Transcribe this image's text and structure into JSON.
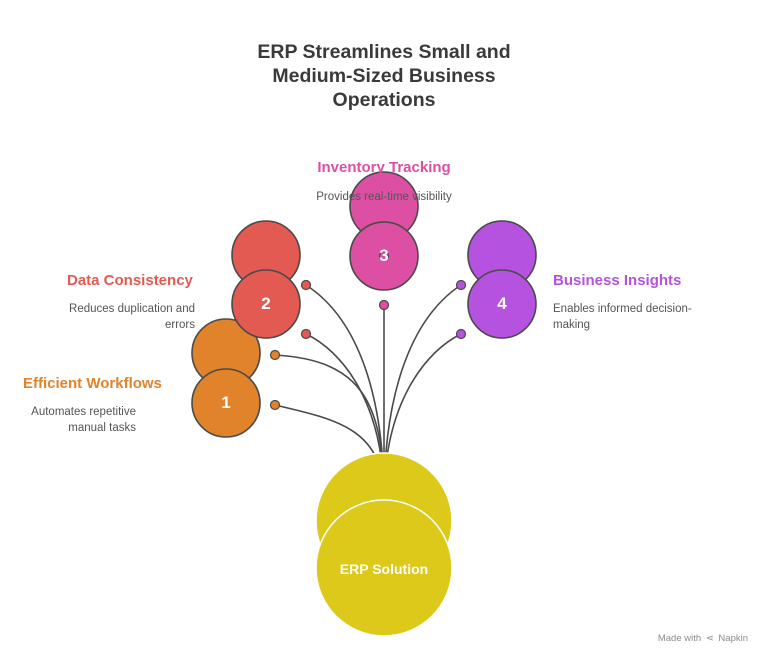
{
  "title_lines": [
    "ERP Streamlines Small and",
    "Medium-Sized Business",
    "Operations"
  ],
  "center": {
    "label": "ERP Solution",
    "color": "#dcc919"
  },
  "items": [
    {
      "number": "1",
      "label": "Efficient Workflows",
      "desc_lines": [
        "Automates repetitive",
        "manual tasks"
      ],
      "color": "#e0832b"
    },
    {
      "number": "2",
      "label": "Data Consistency",
      "desc_lines": [
        "Reduces duplication and",
        "errors"
      ],
      "color": "#e35a52"
    },
    {
      "number": "3",
      "label": "Inventory Tracking",
      "desc_lines": [
        "Provides real-time visibility"
      ],
      "color": "#dd4fa3"
    },
    {
      "number": "4",
      "label": "Business Insights",
      "desc_lines": [
        "Enables informed decision-",
        "making"
      ],
      "color": "#b553e0"
    }
  ],
  "footer": {
    "prefix": "Made with",
    "brand": "Napkin"
  }
}
